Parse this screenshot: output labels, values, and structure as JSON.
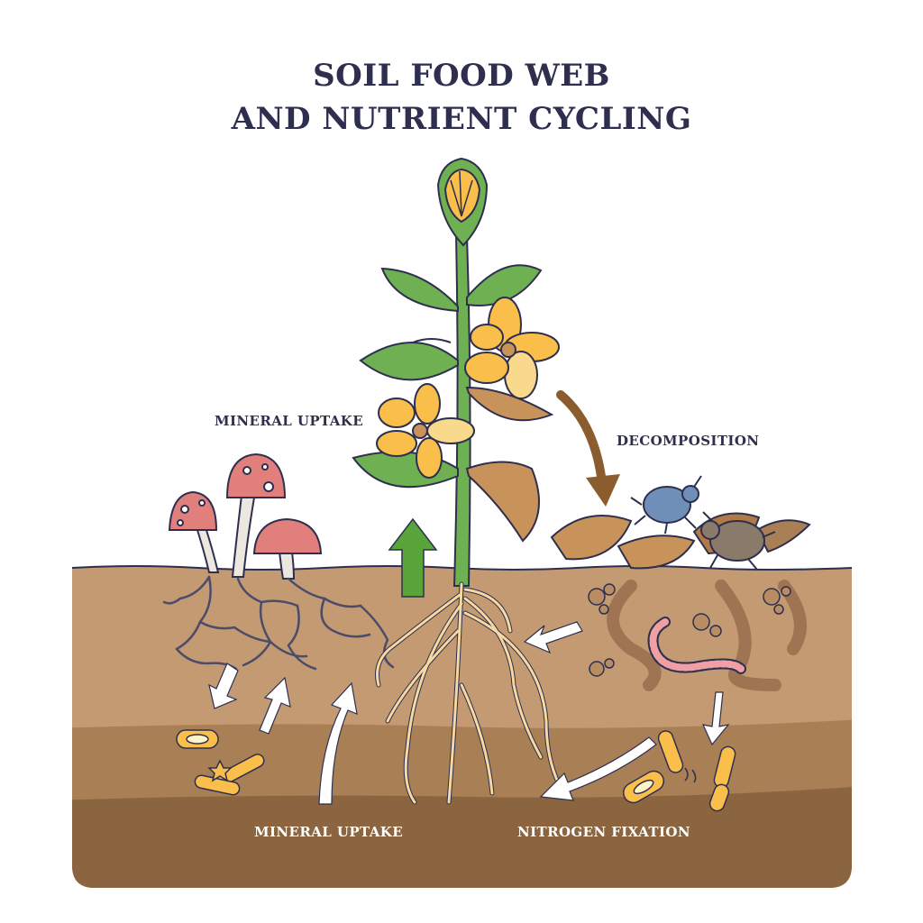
{
  "title": {
    "line1": "SOIL FOOD WEB",
    "line2": "AND NUTRIENT CYCLING"
  },
  "labels": {
    "mineral_uptake_top": "MINERAL UPTAKE",
    "decomposition": "DECOMPOSITION",
    "mineral_uptake_bottom": "MINERAL UPTAKE",
    "nitrogen_fixation": "NITROGEN FIXATION"
  },
  "colors": {
    "title": "#2e2f4f",
    "soil_top": "#c39a72",
    "soil_mid": "#a97f56",
    "soil_bottom": "#8b6440",
    "leaf": "#6fb052",
    "flower": "#f9bf4a",
    "mushroom_cap": "#e07f7b",
    "root": "#f5d9a0",
    "arrow_green": "#5aa53b",
    "arrow_brown": "#8a5c2e"
  },
  "icons": [
    "mushroom-icon",
    "plant-icon",
    "beetle-icon",
    "worm-icon",
    "bacteria-icon",
    "leaf-litter-icon"
  ]
}
